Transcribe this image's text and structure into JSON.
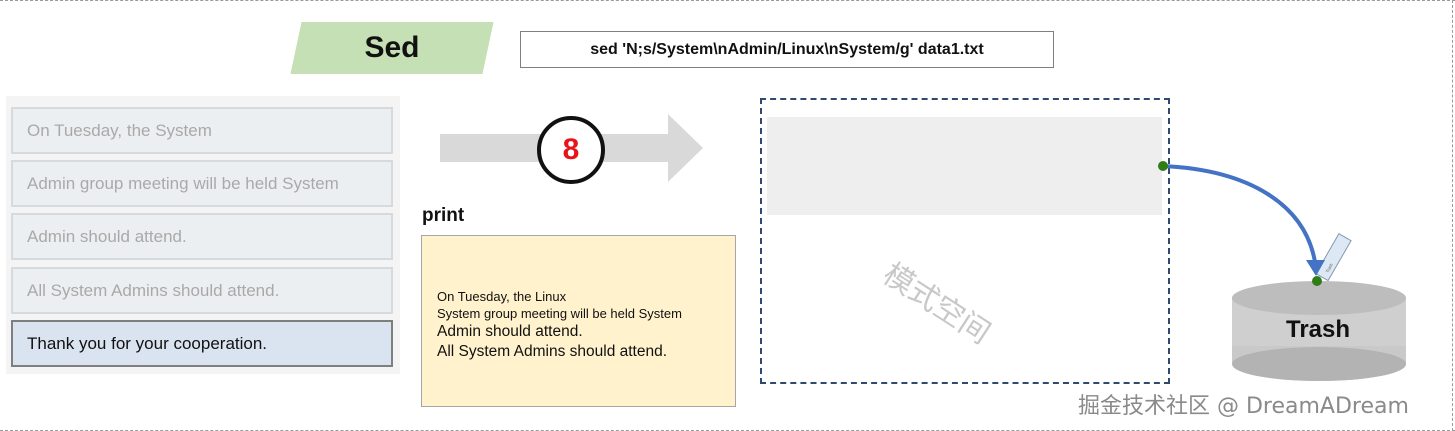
{
  "header": {
    "tag_label": "Sed",
    "command": "sed 'N;s/System\\nAdmin/Linux\\nSystem/g' data1.txt"
  },
  "input_lines": [
    {
      "text": "On Tuesday, the System",
      "state": "processed"
    },
    {
      "text": "Admin group meeting will be held System",
      "state": "processed"
    },
    {
      "text": "Admin should attend.",
      "state": "processed"
    },
    {
      "text": "All System Admins should attend.",
      "state": "processed"
    },
    {
      "text": "Thank you for your cooperation.",
      "state": "current"
    }
  ],
  "step": {
    "number": "8"
  },
  "print": {
    "label": "print",
    "lines": [
      "On Tuesday, the Linux",
      "System group meeting will be held System",
      "Admin should attend.",
      "All System Admins should attend."
    ]
  },
  "pattern_space": {
    "watermark": "模式空间"
  },
  "trash": {
    "label": "Trash",
    "paper_text": "Trash"
  },
  "credit": "掘金技术社区 @ DreamADream",
  "colors": {
    "tag_green": "#c5e0b4",
    "current_line_fill": "#dae3f0",
    "print_fill": "#fff2cc",
    "step_number": "#e8141c",
    "curve_arrow": "#4472c4",
    "dot_green": "#2e7d18",
    "pattern_border": "#2f4a6e"
  }
}
